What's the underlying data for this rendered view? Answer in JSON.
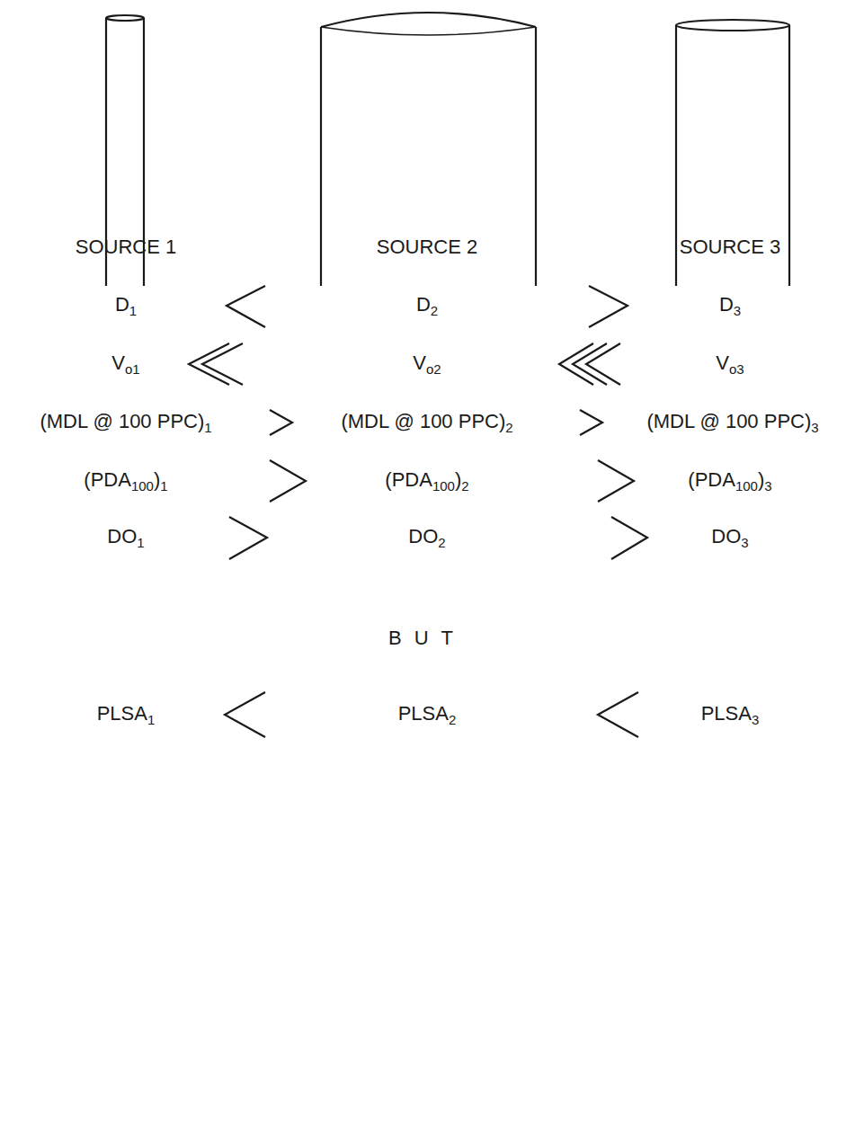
{
  "diagram": {
    "labels": [
      "SOURCE 1",
      "SOURCE 2",
      "SOURCE 3",
      "D1",
      "D2",
      "D3",
      "Vo1",
      "Vo2",
      "Vo3",
      "(MDL @ 100 PPC)1",
      "(MDL @ 100 PPC)2",
      "(MDL @ 100 PPC)3",
      "(PDA100)1",
      "(PDA100)2",
      "(PDA100)3",
      "DO1",
      "DO2",
      "DO3",
      "BUT",
      "PLSA1",
      "PLSA2",
      "PLSA3"
    ]
  }
}
